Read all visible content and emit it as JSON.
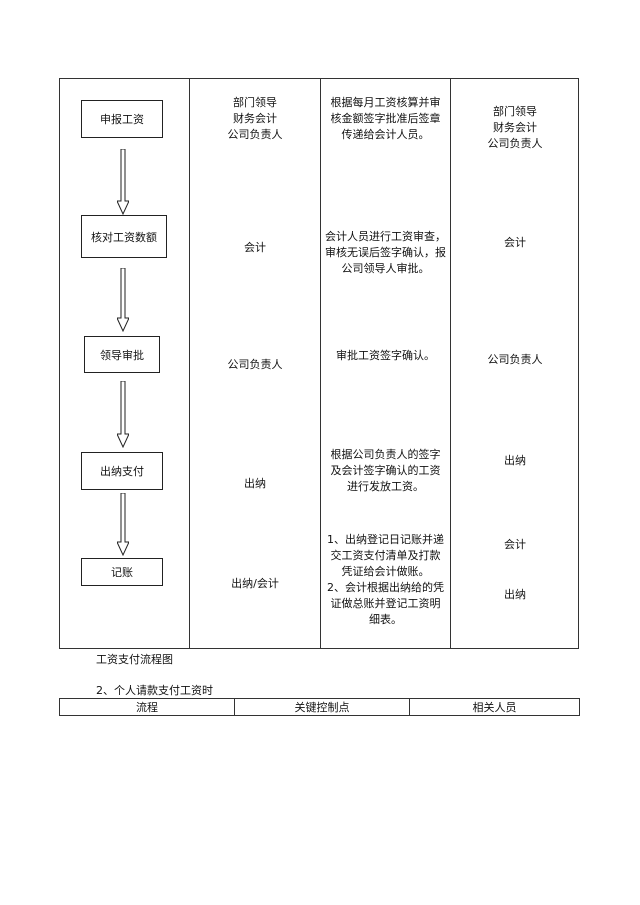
{
  "flow_boxes": [
    "申报工资",
    "核对工资数额",
    "领导审批",
    "出纳支付",
    "记账"
  ],
  "responsible": [
    "部门领导\n财务会计\n公司负责人",
    "会计",
    "公司负责人",
    "出纳",
    "出纳/会计"
  ],
  "control_points": [
    "根据每月工资核算并审\n核金额签字批准后签章\n传递给会计人员。",
    "会计人员进行工资审查，\n审核无误后签字确认，报\n公司领导人审批。",
    "审批工资签字确认。",
    "根据公司负责人的签字\n及会计签字确认的工资\n进行发放工资。",
    "1、出纳登记日记账并递\n交工资支付清单及打款\n凭证给会计做账。\n2、会计根据出纳给的凭\n证做总账并登记工资明\n细表。"
  ],
  "related": [
    "部门领导\n财务会计\n公司负责人",
    "会计",
    "公司负责人",
    "出纳",
    "会计",
    "出纳"
  ],
  "caption": "工资支付流程图",
  "section_title": "2、个人请款支付工资时",
  "table2_headers": [
    "流程",
    "关键控制点",
    "相关人员"
  ]
}
